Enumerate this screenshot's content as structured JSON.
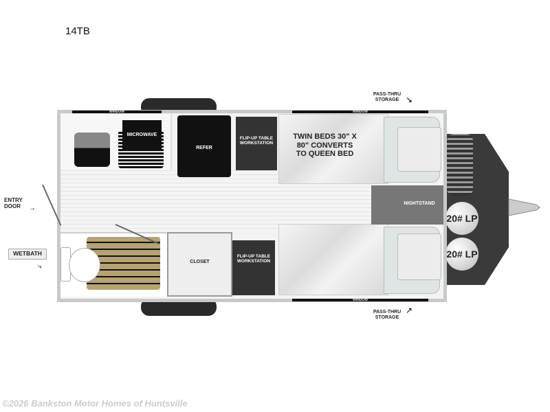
{
  "model": "14TB",
  "labels": {
    "window": "WINDOW",
    "microwave": "MICROWAVE",
    "refer": "REFER",
    "flip_up_top": "FLIP-UP TABLE WORKSTATION",
    "flip_up_bottom": "FLIP-UP TABLE WORKSTATION",
    "twin_beds": "TWIN BEDS 30\" X 80\" CONVERTS TO QUEEN BED",
    "nightstand": "NIGHTSTAND",
    "closet": "CLOSET",
    "entry_door": "ENTRY DOOR",
    "wetbath": "WETBATH",
    "pass_thru_top": "PASS-THRU STORAGE",
    "pass_thru_bottom": "PASS-THRU STORAGE",
    "lp_1": "20# LP",
    "lp_2": "20# LP"
  },
  "watermark": "©2026 Bankston Motor Homes of Huntsville",
  "colors": {
    "shower_floor": "#b5a275",
    "dark_cabinet": "#333333",
    "nightstand": "#777777"
  }
}
